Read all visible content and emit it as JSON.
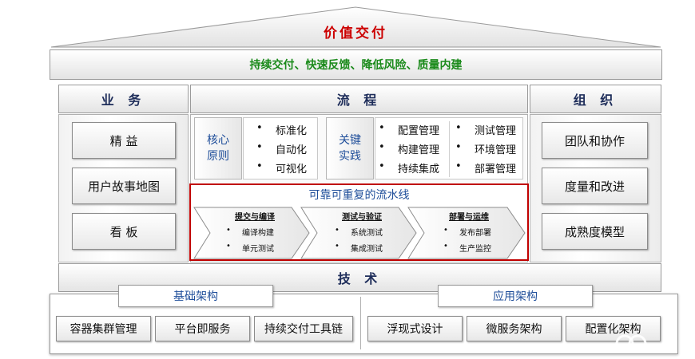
{
  "roof": {
    "title": "价值交付"
  },
  "banner": {
    "text": "持续交付、快速反馈、降低风险、质量内建"
  },
  "columns": {
    "business": {
      "header": "业 务",
      "items": [
        "精 益",
        "用户故事地图",
        "看 板"
      ]
    },
    "process": {
      "header": "流 程",
      "core_principles": {
        "label": "核心\n原则",
        "items": [
          "标准化",
          "自动化",
          "可视化"
        ]
      },
      "key_practices": {
        "label": "关键\n实践",
        "items_col1": [
          "配置管理",
          "构建管理",
          "持续集成"
        ],
        "items_col2": [
          "测试管理",
          "环境管理",
          "部署管理"
        ]
      },
      "pipeline": {
        "title": "可靠可重复的流水线",
        "stages": [
          {
            "title": "提交与编译",
            "items": [
              "编译构建",
              "单元测试"
            ]
          },
          {
            "title": "测试与验证",
            "items": [
              "系统测试",
              "集成测试"
            ]
          },
          {
            "title": "部署与运维",
            "items": [
              "发布部署",
              "生产监控"
            ]
          }
        ]
      }
    },
    "organization": {
      "header": "组 织",
      "items": [
        "团队和协作",
        "度量和改进",
        "成熟度模型"
      ]
    }
  },
  "technology": {
    "header": "技 术",
    "infrastructure": {
      "label": "基础架构",
      "items": [
        "容器集群管理",
        "平台即服务",
        "持续交付工具链"
      ]
    },
    "application": {
      "label": "应用架构",
      "items": [
        "浮现式设计",
        "微服务架构",
        "配置化架构"
      ]
    }
  },
  "colors": {
    "title_red": "#cc0000",
    "banner_green": "#1a8a1a",
    "label_blue": "#1f4e9a",
    "pipeline_border": "#c00000"
  }
}
